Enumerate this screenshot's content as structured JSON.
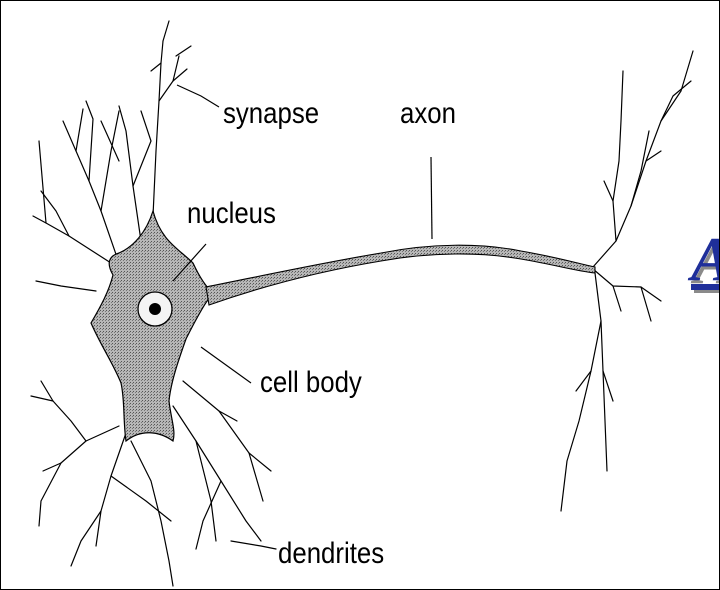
{
  "labels": {
    "synapse": "synapse",
    "axon": "axon",
    "nucleus": "nucleus",
    "cell_body": "cell body",
    "dendrites": "dendrites"
  },
  "slide_title_fragment": "A",
  "colors": {
    "outline": "#000000",
    "cell_fill": "#a9a9a9",
    "title_text": "#1f2f9a"
  }
}
